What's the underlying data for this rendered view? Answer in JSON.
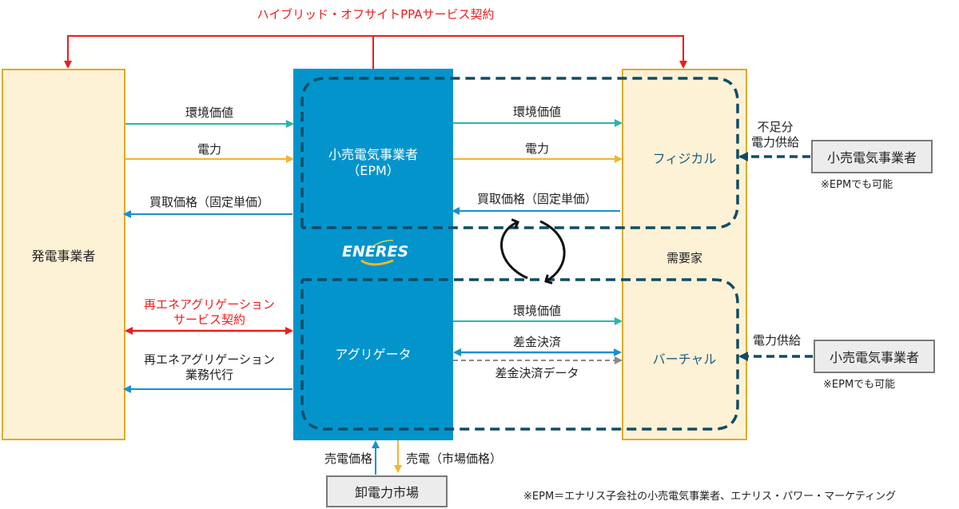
{
  "title": "ハイブリッド・オフサイトPPAサービス契約",
  "entities": {
    "generator": "発電事業者",
    "retailer_epm": {
      "line1": "小売電気事業者",
      "line2": "（EPM）"
    },
    "logo": "ENERES",
    "aggregator": "アグリゲータ",
    "consumer": "需要家",
    "physical": "フィジカル",
    "virtual": "バーチャル",
    "wholesale_market": "卸電力市場",
    "retailer_top": "小売電気事業者",
    "retailer_bottom": "小売電気事業者"
  },
  "left_flows": {
    "env_value": "環境価値",
    "power": "電力",
    "purchase_price": "買取価格（固定単価）",
    "re_agg_contract": {
      "line1": "再エネアグリゲーション",
      "line2": "サービス契約"
    },
    "re_agg_service": {
      "line1": "再エネアグリゲーション",
      "line2": "業務代行"
    }
  },
  "right_flows": {
    "env_value_top": "環境価値",
    "power_top": "電力",
    "purchase_price_top": "買取価格（固定単価）",
    "env_value_bottom": "環境価値",
    "settlement": "差金決済",
    "settlement_data": "差金決済データ"
  },
  "supply": {
    "shortage_supply": {
      "line1": "不足分",
      "line2": "電力供給"
    },
    "power_supply": "電力供給",
    "epm_possible_top": "※EPMでも可能",
    "epm_possible_bottom": "※EPMでも可能"
  },
  "market_flows": {
    "sell_price": "売電価格",
    "sell_power": "売電（市場価格）"
  },
  "footnote": "※EPM＝エナリス子会社の小売電気事業者、エナリス・パワー・マーケティング",
  "colors": {
    "red": "#ee1c1c",
    "teal": "#2fb4a8",
    "yellow": "#f2b52c",
    "blue": "#1a90cc",
    "dashed_navy": "#0f4d64",
    "gray_dash": "#8a8a8a",
    "cream": "#fdf1d6",
    "enteres_blue": "#0494cc"
  }
}
